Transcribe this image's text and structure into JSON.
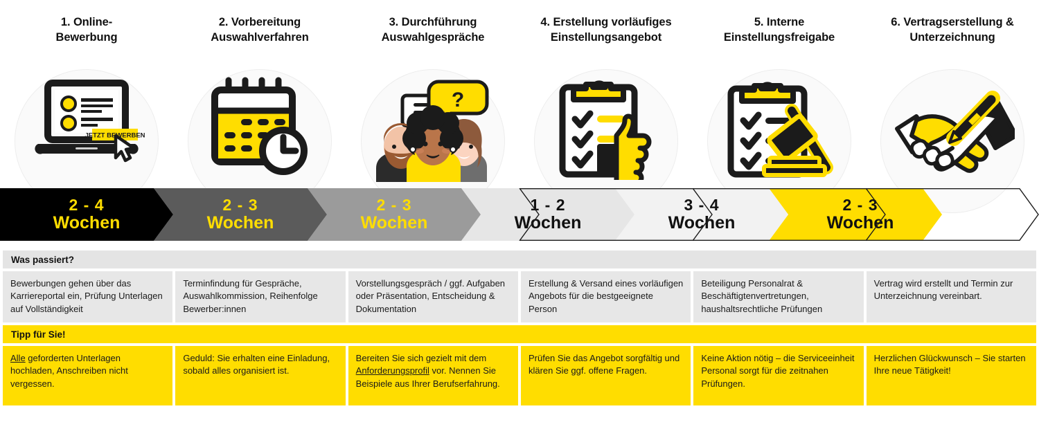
{
  "steps": [
    {
      "title": "1. Online-\nBewerbung",
      "icon": "laptop-application-icon",
      "duration_num": "2 - 4",
      "duration_unit": "Wochen",
      "what": "Bewerbungen gehen über das Karriereportal ein, Prüfung Unterlagen auf Vollständigkeit",
      "tip_prefix": "",
      "tip_underline": "Alle",
      "tip_suffix": " geforderten Unterlagen hochladen, Anschreiben nicht vergessen."
    },
    {
      "title": "2. Vorbereitung\nAuswahlverfahren",
      "icon": "calendar-clock-icon",
      "duration_num": "2 - 3",
      "duration_unit": "Wochen",
      "what": "Terminfindung für Gespräche, Auswahlkommission, Reihenfolge Bewerber:innen",
      "tip_prefix": "Geduld: Sie erhalten eine Einladung, sobald alles organisiert ist.",
      "tip_underline": "",
      "tip_suffix": ""
    },
    {
      "title": "3. Durchführung\nAuswahlgespräche",
      "icon": "interview-people-icon",
      "duration_num": "2 - 3",
      "duration_unit": "Wochen",
      "what": "Vorstellungsgespräch / ggf. Aufgaben oder Präsentation, Entscheidung & Dokumentation",
      "tip_prefix": "Bereiten Sie sich gezielt mit dem ",
      "tip_underline": "Anforderungsprofil",
      "tip_suffix": " vor. Nennen Sie Beispiele aus Ihrer Berufserfahrung."
    },
    {
      "title": "4. Erstellung vorläufiges\nEinstellungsangebot",
      "icon": "clipboard-thumbsup-icon",
      "duration_num": "1 - 2",
      "duration_unit": "Wochen",
      "what": "Erstellung & Versand eines vorläufigen Angebots für die bestgeeignete Person",
      "tip_prefix": "Prüfen Sie das Angebot sorgfältig und klären Sie ggf. offene Fragen.",
      "tip_underline": "",
      "tip_suffix": ""
    },
    {
      "title": "5. Interne\nEinstellungsfreigabe",
      "icon": "clipboard-gavel-icon",
      "duration_num": "3 - 4",
      "duration_unit": "Wochen",
      "what": "Beteiligung Personalrat & Beschäftigtenvertretungen, haushaltsrechtliche Prüfungen",
      "tip_prefix": "Keine Aktion nötig – die Serviceeinheit Personal sorgt für die zeitnahen Prüfungen.",
      "tip_underline": "",
      "tip_suffix": ""
    },
    {
      "title": "6. Vertragserstellung &\nUnterzeichnung",
      "icon": "handshake-pen-icon",
      "duration_num": "2 - 3",
      "duration_unit": "Wochen",
      "what": "Vertrag wird erstellt und Termin zur Unterzeichnung vereinbart.",
      "tip_prefix": "Herzlichen Glückwunsch – Sie starten Ihre neue Tätigkeit!",
      "tip_underline": "",
      "tip_suffix": ""
    }
  ],
  "table": {
    "what_label": "Was passiert?",
    "tip_label": "Tipp für Sie!"
  },
  "icon_labels": {
    "apply_button": "JETZT BEWERBEN"
  },
  "colors": {
    "accent_yellow": "#ffdd00",
    "black": "#000000",
    "grey_dark": "#5b5b5b",
    "grey_mid": "#9b9b9b",
    "grey_light": "#e6e6e6",
    "grey_lighter": "#f2f2f2",
    "cell_grey": "#e7e7e7"
  }
}
